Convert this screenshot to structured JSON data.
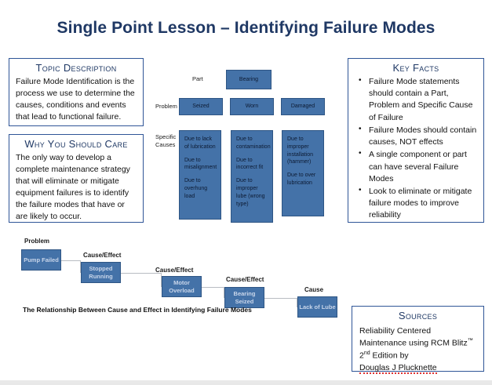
{
  "title": "Single Point Lesson – Identifying Failure Modes",
  "topic": {
    "heading": "Topic Description",
    "body": "Failure Mode Identification is the process we use to determine the causes, conditions and events that lead to functional failure."
  },
  "why_care": {
    "heading": "Why You Should Care",
    "body": "The only way to develop a complete maintenance strategy that will eliminate or mitigate equipment  failures is to identify the failure modes that have or are likely to occur."
  },
  "key_facts": {
    "heading": "Key Facts",
    "bullets": [
      "Failure Mode statements should contain a Part, Problem and Specific Cause of Failure",
      "Failure Modes should contain causes, NOT effects",
      "A single component or part can have several Failure Modes",
      "Look to eliminate or mitigate failure modes to improve reliability"
    ]
  },
  "matrix": {
    "row_labels": {
      "part": "Part",
      "problem": "Problem",
      "specific_causes": "Specific\nCauses"
    },
    "part_box": "Bearing",
    "problem_boxes": [
      "Seized",
      "Worn",
      "Damaged"
    ],
    "cause_columns": [
      [
        "Due to lack of lubrication",
        "Due to misalignment",
        "Due to overhung load"
      ],
      [
        "Due to contamination",
        "Due to incorrect fit",
        "Due to improper lube (wrong type)"
      ],
      [
        "Due to improper installation (hammer)",
        "Due to over lubrication"
      ]
    ]
  },
  "flow": {
    "caption": "The Relationship Between Cause and Effect in Identifying Failure Modes",
    "nodes": [
      {
        "label": "Problem",
        "text": "Pump Failed"
      },
      {
        "label": "Cause/Effect",
        "text": "Stopped Running"
      },
      {
        "label": "Cause/Effect",
        "text": "Motor Overload"
      },
      {
        "label": "Cause/Effect",
        "text": "Bearing Seized"
      },
      {
        "label": "Cause",
        "text": "Lack of Lube"
      }
    ]
  },
  "sources": {
    "heading": "Sources",
    "line1": "Reliability Centered",
    "line2_pre": "Maintenance using RCM Blitz",
    "line2_sup": "™",
    "line3_num": "2",
    "line3_sup": "nd",
    "line3_rest": " Edition  by",
    "line4": "Douglas J Plucknette"
  },
  "colors": {
    "title_blue": "#1F3864",
    "box_fill": "#4472A8",
    "box_border": "#2E5584",
    "card_border": "#2F5597",
    "connector": "#b8bcc2"
  }
}
